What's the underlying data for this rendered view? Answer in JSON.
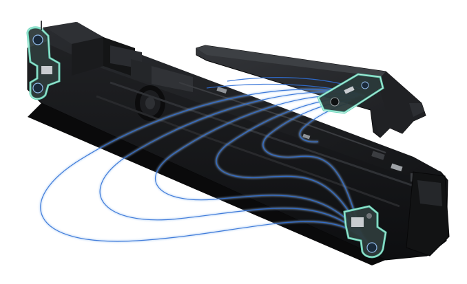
{
  "image": {
    "kind": "product cutaway render",
    "subject": "soundbar",
    "background_color": "#ffffff",
    "body_color": "#1b1c1e",
    "body_highlight_color": "#3a3c40",
    "field_line_color": "#2f6fd6",
    "field_glow_color": "#9cc3f2",
    "module_outline_color": "#63d6b8"
  },
  "parts": {
    "main_body": "soundbar-main-body",
    "top_cover": "removed-top-cover",
    "left_module": "left-end-sensor-module",
    "right_module": "right-end-sensor-module",
    "cover_module": "cover-sensor-board",
    "driver": "speaker-driver",
    "field_lines": "magnetic-field-lines"
  }
}
